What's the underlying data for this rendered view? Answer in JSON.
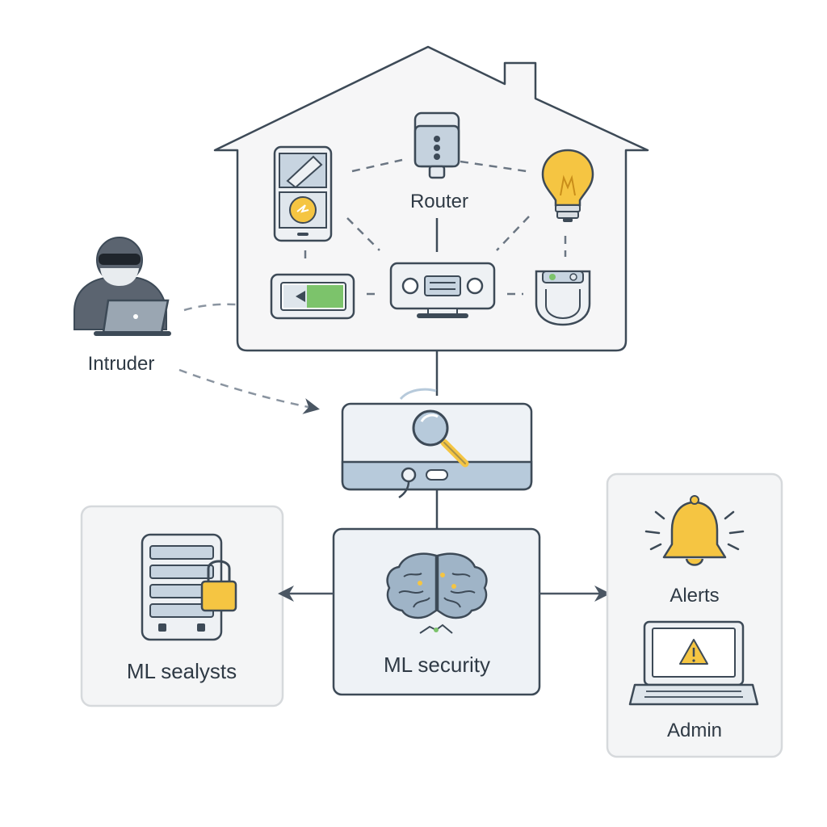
{
  "labels": {
    "router": "Router",
    "intruder": "Intruder",
    "ml_storage": "ML sealysts",
    "ml_security": "ML security",
    "alerts": "Alerts",
    "admin": "Admin"
  },
  "colors": {
    "stroke": "#3d4a57",
    "panel_fill": "#f4f5f6",
    "panel_stroke": "#d6d9dc",
    "blue_light": "#dce6ef",
    "blue_mid": "#b7cadb",
    "yellow": "#f5c542",
    "green": "#7cc36b",
    "hacker": "#5b6470"
  }
}
